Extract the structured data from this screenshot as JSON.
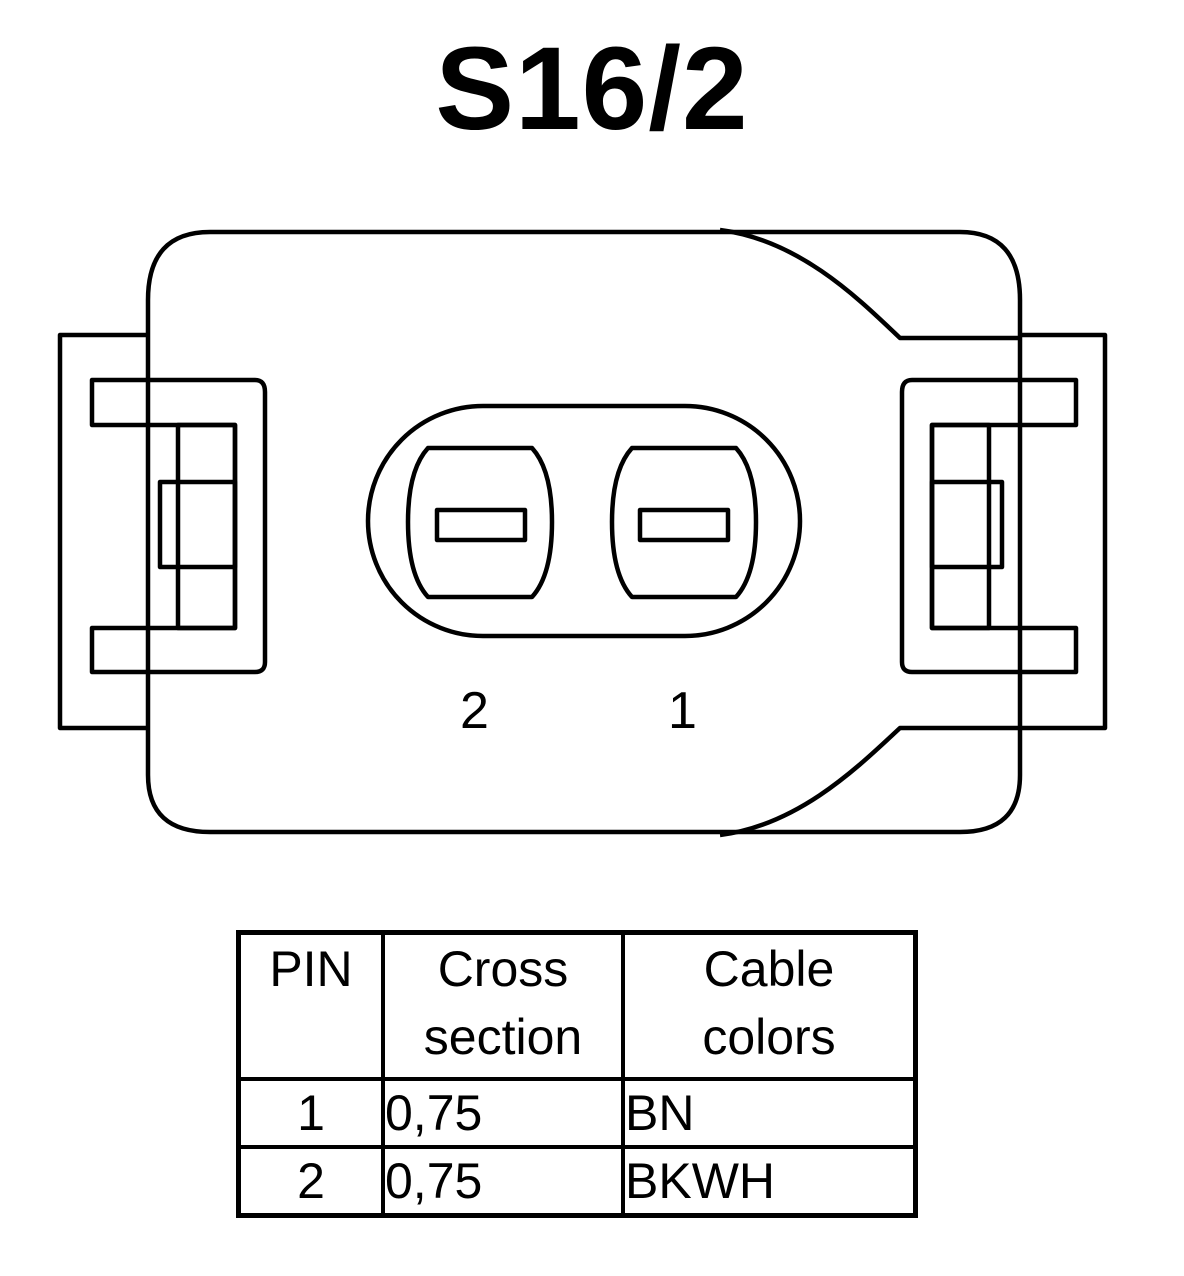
{
  "title": "S16/2",
  "pins": {
    "left_label": "2",
    "right_label": "1"
  },
  "table": {
    "headers": [
      [
        "PIN"
      ],
      [
        "Cross",
        "section"
      ],
      [
        "Cable",
        "colors"
      ]
    ],
    "rows": [
      {
        "pin": "1",
        "cross_section": "0,75",
        "color": "BN"
      },
      {
        "pin": "2",
        "cross_section": "0,75",
        "color": "BKWH"
      }
    ]
  }
}
